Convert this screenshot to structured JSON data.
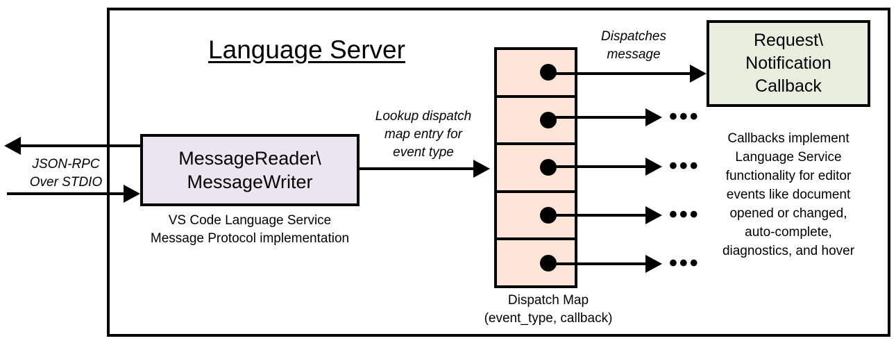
{
  "diagram": {
    "title": "Language Server",
    "frame_color": "#000000",
    "background": "#ffffff"
  },
  "external_io": {
    "label_line1": "JSON-RPC",
    "label_line2": "Over STDIO",
    "outgoing_arrow": "arrow-left-icon",
    "incoming_arrow": "arrow-right-icon"
  },
  "message_node": {
    "line1": "MessageReader\\",
    "line2": "MessageWriter",
    "fill": "#EAE6F0",
    "caption_line1": "VS Code Language Service",
    "caption_line2": "Message Protocol implementation"
  },
  "lookup_edge": {
    "line1": "Lookup dispatch",
    "line2": "map entry for",
    "line3": "event type"
  },
  "dispatch_map": {
    "fill": "#FCE4D6",
    "row_count": 5,
    "rows": [
      {
        "dot": "dispatch-entry-dot"
      },
      {
        "dot": "dispatch-entry-dot"
      },
      {
        "dot": "dispatch-entry-dot"
      },
      {
        "dot": "dispatch-entry-dot"
      },
      {
        "dot": "dispatch-entry-dot"
      }
    ],
    "caption_line1": "Dispatch Map",
    "caption_line2": "(event_type, callback)"
  },
  "dispatch_edge": {
    "line1": "Dispatches",
    "line2": "message"
  },
  "callback_node": {
    "line1": "Request\\",
    "line2": "Notification",
    "line3": "Callback",
    "fill": "#E8EEDE",
    "description_lines": [
      "Callbacks implement",
      "Language Service",
      "functionality for editor",
      "events like document",
      "opened or changed,",
      "auto-complete,",
      "diagnostics, and hover"
    ]
  },
  "ellipses": {
    "glyph": "•••",
    "count": 4
  }
}
